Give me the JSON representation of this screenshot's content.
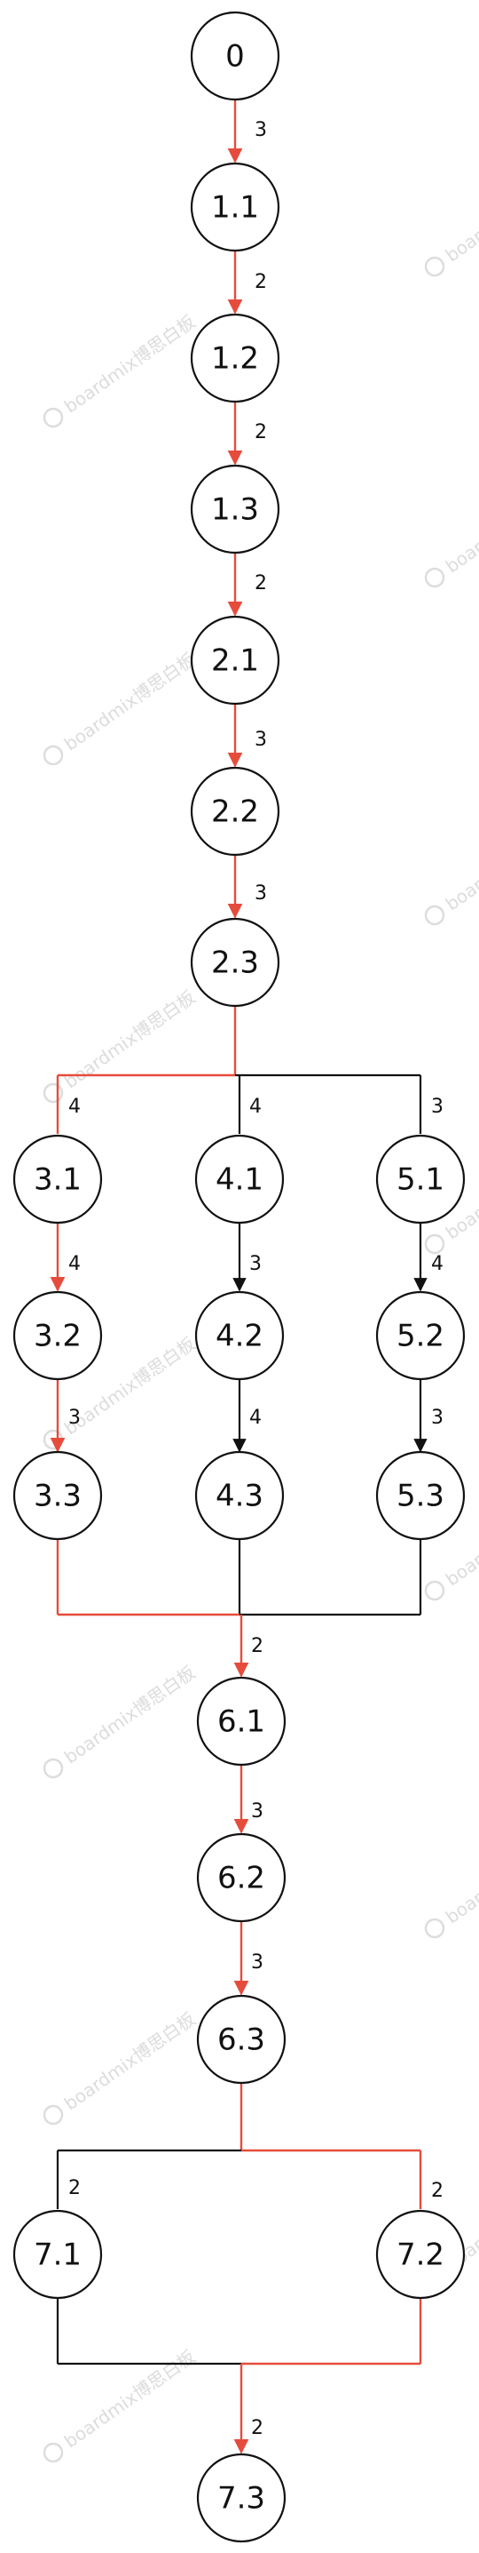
{
  "diagram": {
    "colors": {
      "critical": "#e64c3c",
      "normal": "#111111",
      "node_fill": "#ffffff"
    },
    "nodes": [
      {
        "id": "n0",
        "label": "0"
      },
      {
        "id": "n1_1",
        "label": "1.1"
      },
      {
        "id": "n1_2",
        "label": "1.2"
      },
      {
        "id": "n1_3",
        "label": "1.3"
      },
      {
        "id": "n2_1",
        "label": "2.1"
      },
      {
        "id": "n2_2",
        "label": "2.2"
      },
      {
        "id": "n2_3",
        "label": "2.3"
      },
      {
        "id": "n3_1",
        "label": "3.1"
      },
      {
        "id": "n4_1",
        "label": "4.1"
      },
      {
        "id": "n5_1",
        "label": "5.1"
      },
      {
        "id": "n3_2",
        "label": "3.2"
      },
      {
        "id": "n4_2",
        "label": "4.2"
      },
      {
        "id": "n5_2",
        "label": "5.2"
      },
      {
        "id": "n3_3",
        "label": "3.3"
      },
      {
        "id": "n4_3",
        "label": "4.3"
      },
      {
        "id": "n5_3",
        "label": "5.3"
      },
      {
        "id": "n6_1",
        "label": "6.1"
      },
      {
        "id": "n6_2",
        "label": "6.2"
      },
      {
        "id": "n6_3",
        "label": "6.3"
      },
      {
        "id": "n7_1",
        "label": "7.1"
      },
      {
        "id": "n7_2",
        "label": "7.2"
      },
      {
        "id": "n7_3",
        "label": "7.3"
      }
    ],
    "edge_labels": [
      {
        "id": "e0_11",
        "text": "3"
      },
      {
        "id": "e11_12",
        "text": "2"
      },
      {
        "id": "e12_13",
        "text": "2"
      },
      {
        "id": "e13_21",
        "text": "2"
      },
      {
        "id": "e21_22",
        "text": "3"
      },
      {
        "id": "e22_23",
        "text": "3"
      },
      {
        "id": "e23_31",
        "text": "4"
      },
      {
        "id": "e23_41",
        "text": "4"
      },
      {
        "id": "e23_51",
        "text": "3"
      },
      {
        "id": "e31_32",
        "text": "4"
      },
      {
        "id": "e41_42",
        "text": "3"
      },
      {
        "id": "e51_52",
        "text": "4"
      },
      {
        "id": "e32_33",
        "text": "3"
      },
      {
        "id": "e42_43",
        "text": "4"
      },
      {
        "id": "e52_53",
        "text": "3"
      },
      {
        "id": "e_merge_61",
        "text": "2"
      },
      {
        "id": "e61_62",
        "text": "3"
      },
      {
        "id": "e62_63",
        "text": "3"
      },
      {
        "id": "e63_71",
        "text": "2"
      },
      {
        "id": "e63_72",
        "text": "2"
      },
      {
        "id": "e_merge_73",
        "text": "2"
      }
    ],
    "watermark": {
      "text": "boardmix博思白板",
      "icon": "boardmix-logo-icon"
    }
  }
}
